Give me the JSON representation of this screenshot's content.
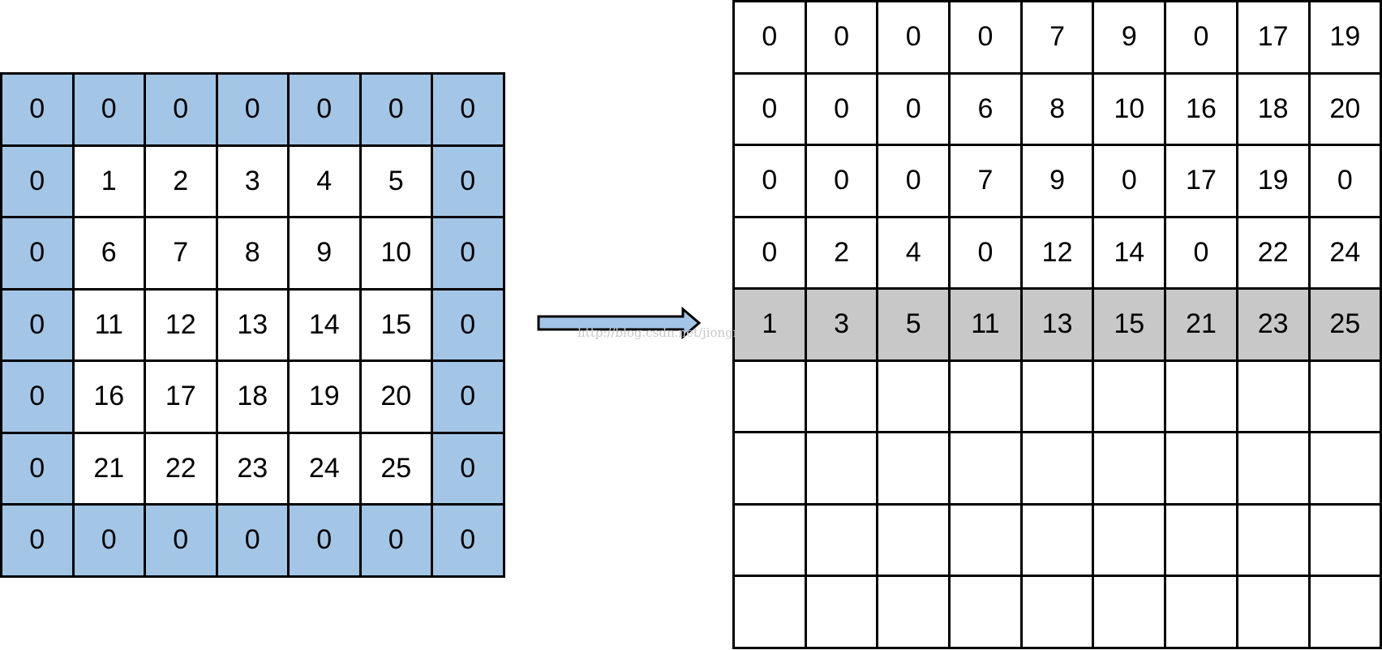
{
  "padded_matrix": {
    "rows": [
      [
        "0",
        "0",
        "0",
        "0",
        "0",
        "0",
        "0"
      ],
      [
        "0",
        "1",
        "2",
        "3",
        "4",
        "5",
        "0"
      ],
      [
        "0",
        "6",
        "7",
        "8",
        "9",
        "10",
        "0"
      ],
      [
        "0",
        "11",
        "12",
        "13",
        "14",
        "15",
        "0"
      ],
      [
        "0",
        "16",
        "17",
        "18",
        "19",
        "20",
        "0"
      ],
      [
        "0",
        "21",
        "22",
        "23",
        "24",
        "25",
        "0"
      ],
      [
        "0",
        "0",
        "0",
        "0",
        "0",
        "0",
        "0"
      ]
    ],
    "padding_color": "#a3c6e6"
  },
  "arrow": {
    "color": "#a3c6e6"
  },
  "im2col_matrix": {
    "rows": [
      [
        "0",
        "0",
        "0",
        "0",
        "7",
        "9",
        "0",
        "17",
        "19"
      ],
      [
        "0",
        "0",
        "0",
        "6",
        "8",
        "10",
        "16",
        "18",
        "20"
      ],
      [
        "0",
        "0",
        "0",
        "7",
        "9",
        "0",
        "17",
        "19",
        "0"
      ],
      [
        "0",
        "2",
        "4",
        "0",
        "12",
        "14",
        "0",
        "22",
        "24"
      ],
      [
        "1",
        "3",
        "5",
        "11",
        "13",
        "15",
        "21",
        "23",
        "25"
      ],
      [
        "",
        "",
        "",
        "",
        "",
        "",
        "",
        "",
        ""
      ],
      [
        "",
        "",
        "",
        "",
        "",
        "",
        "",
        "",
        ""
      ],
      [
        "",
        "",
        "",
        "",
        "",
        "",
        "",
        "",
        ""
      ],
      [
        "",
        "",
        "",
        "",
        "",
        "",
        "",
        "",
        ""
      ]
    ],
    "highlighted_row": 4,
    "highlight_color": "#c8c8c8"
  },
  "watermark": "http://blog.csdn.net/jiongnima"
}
